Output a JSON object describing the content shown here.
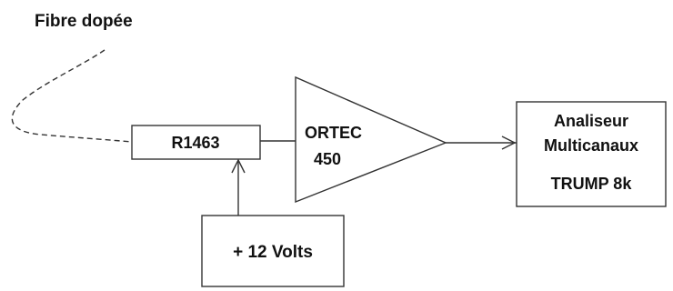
{
  "diagram": {
    "fiber_label": "Fibre dopée",
    "pmt_label": "R1463",
    "amplifier_label_line1": "ORTEC",
    "amplifier_label_line2": "450",
    "supply_label": "+ 12 Volts",
    "analyzer_line1": "Analiseur",
    "analyzer_line2": "Multicanaux",
    "analyzer_line3": "TRUMP 8k"
  },
  "colors": {
    "stroke": "#333333",
    "text": "#111111",
    "background": "#ffffff"
  }
}
